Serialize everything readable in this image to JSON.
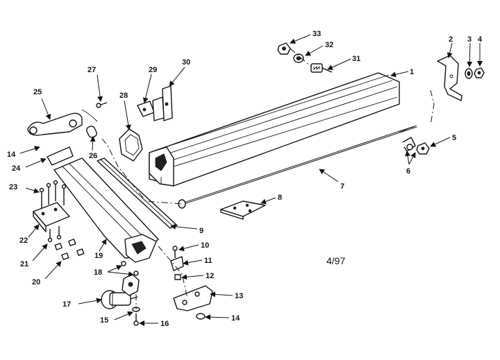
{
  "diagram": {
    "date_code": "4/97",
    "callouts": {
      "c1": "1",
      "c2": "2",
      "c3": "3",
      "c4": "4",
      "c5": "5",
      "c6": "6",
      "c7": "7",
      "c8": "8",
      "c9": "9",
      "c10": "10",
      "c11": "11",
      "c12": "12",
      "c13": "13",
      "c14a": "14",
      "c14b": "14",
      "c15": "15",
      "c16": "16",
      "c17": "17",
      "c18": "18",
      "c19": "19",
      "c20": "20",
      "c21": "21",
      "c22": "22",
      "c23": "23",
      "c24": "24",
      "c25": "25",
      "c26": "26",
      "c27": "27",
      "c28": "28",
      "c29": "29",
      "c30": "30",
      "c31": "31",
      "c32": "32",
      "c33": "33"
    }
  }
}
